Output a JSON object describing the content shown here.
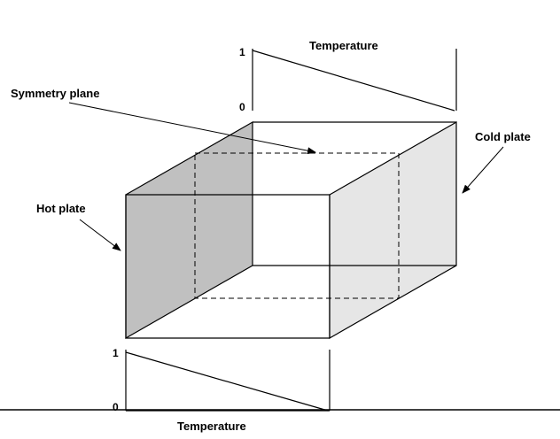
{
  "labels": {
    "symmetry_plane": "Symmetry plane",
    "hot_plate": "Hot plate",
    "cold_plate": "Cold plate"
  },
  "top_profile": {
    "title": "Temperature",
    "tick_high": "1",
    "tick_low": "0"
  },
  "bottom_profile": {
    "title": "Temperature",
    "tick_high": "1",
    "tick_low": "0"
  },
  "colors": {
    "hot_plate_fill": "#c0c0c0",
    "cold_plate_fill": "#e6e6e6",
    "line": "#000000",
    "background": "#ffffff"
  }
}
